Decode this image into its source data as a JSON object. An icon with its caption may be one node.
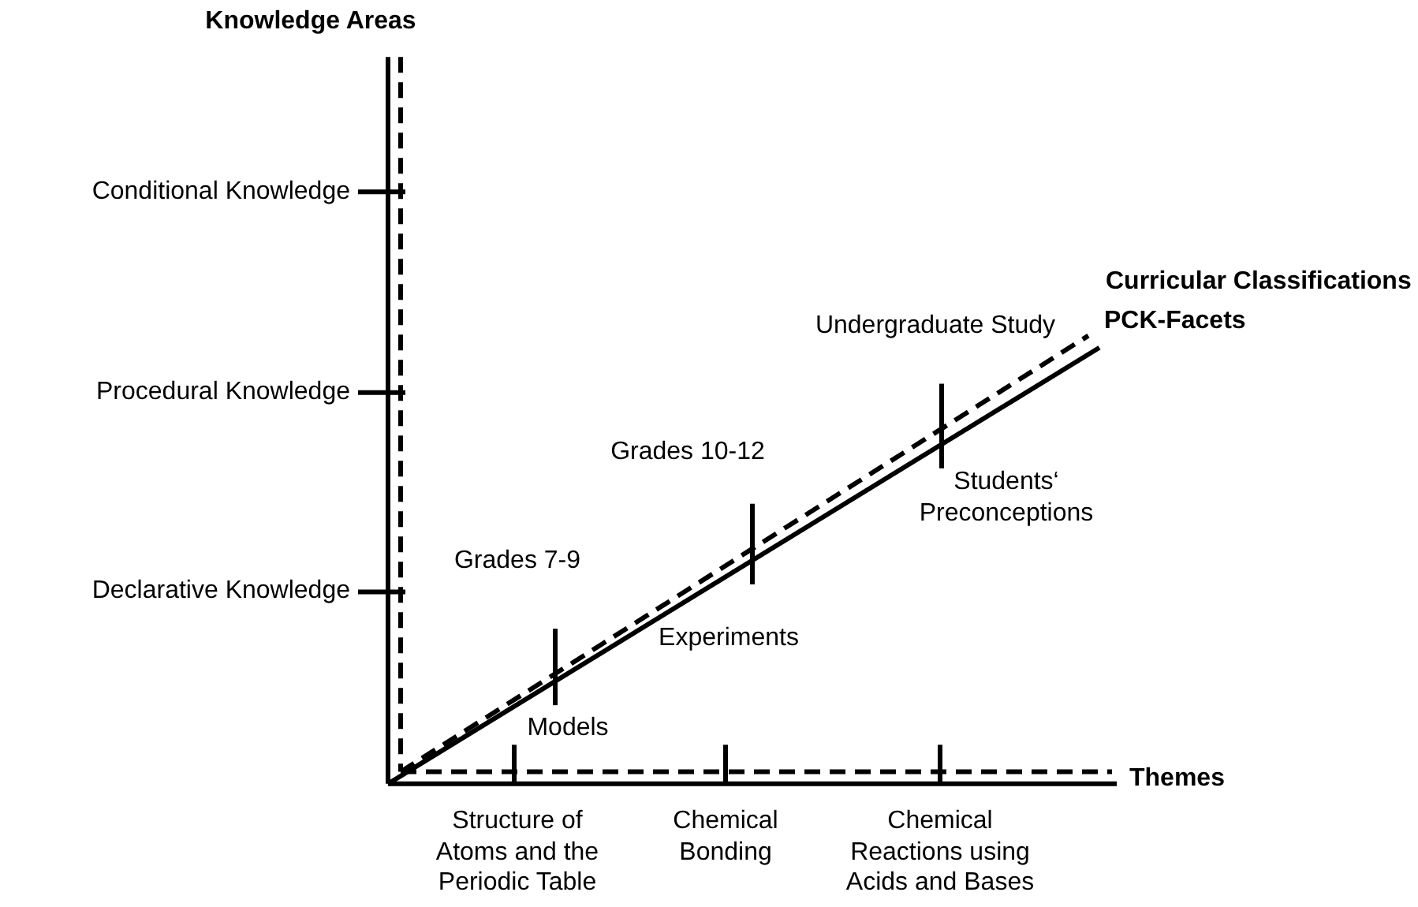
{
  "diagram": {
    "labels": [
      "Knowledge Areas",
      "Conditional Knowledge",
      "Procedural Knowledge",
      "Declarative Knowledge",
      "Curricular Classifications",
      "PCK-Facets",
      "Undergraduate Study",
      "Students‘ Preconceptions",
      "Grades 10-12",
      "Experiments",
      "Grades 7-9",
      "Models",
      "Themes",
      "Structure of Atoms and the Periodic Table",
      "Chemical Bonding",
      "Chemical Reactions using Acids and Bases"
    ]
  }
}
